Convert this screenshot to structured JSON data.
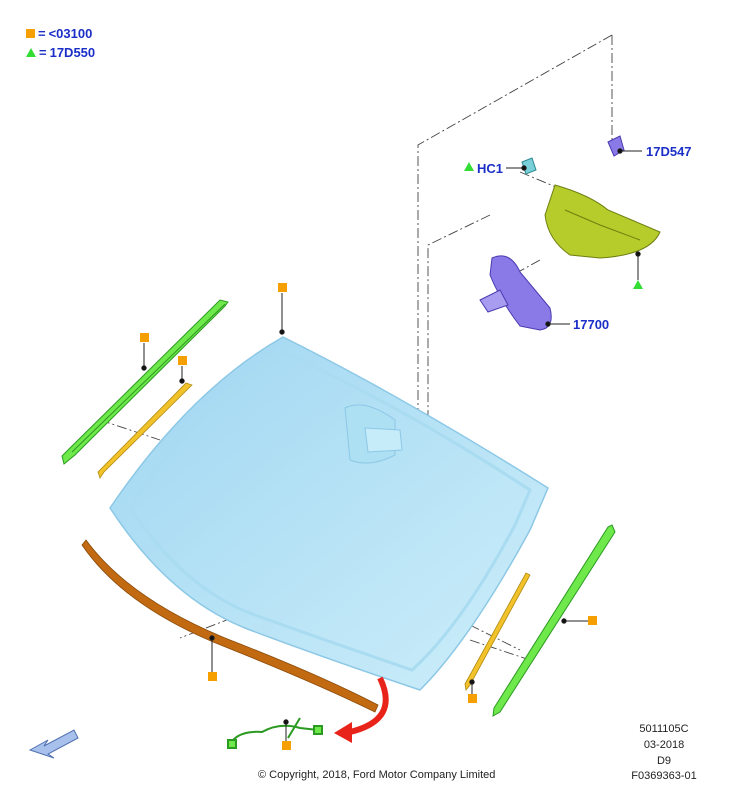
{
  "legend": {
    "square_equals": "=",
    "square_code": "<03100",
    "triangle_equals": "=",
    "triangle_code": "17D550"
  },
  "part_labels": {
    "hc1": "HC1",
    "p17d547": "17D547",
    "p17700": "17700"
  },
  "info_block": {
    "line1": "5011105C",
    "line2": "03-2018",
    "line3": "D9",
    "line4": "F0369363-01"
  },
  "copyright": "© Copyright, 2018, Ford Motor Company Limited",
  "colors": {
    "label_blue": "#1b2fc8",
    "square_marker": "#f5a000",
    "triangle_marker": "#33dd33",
    "glass": "#bfe6f7",
    "molding_green": "#55dd33",
    "strip_yellow": "#f2c22a",
    "seal_brown": "#c26a12",
    "bracket_olive": "#b5cc2a",
    "mirror_purple": "#8a7ae8",
    "arrow_red": "#e8241a"
  }
}
